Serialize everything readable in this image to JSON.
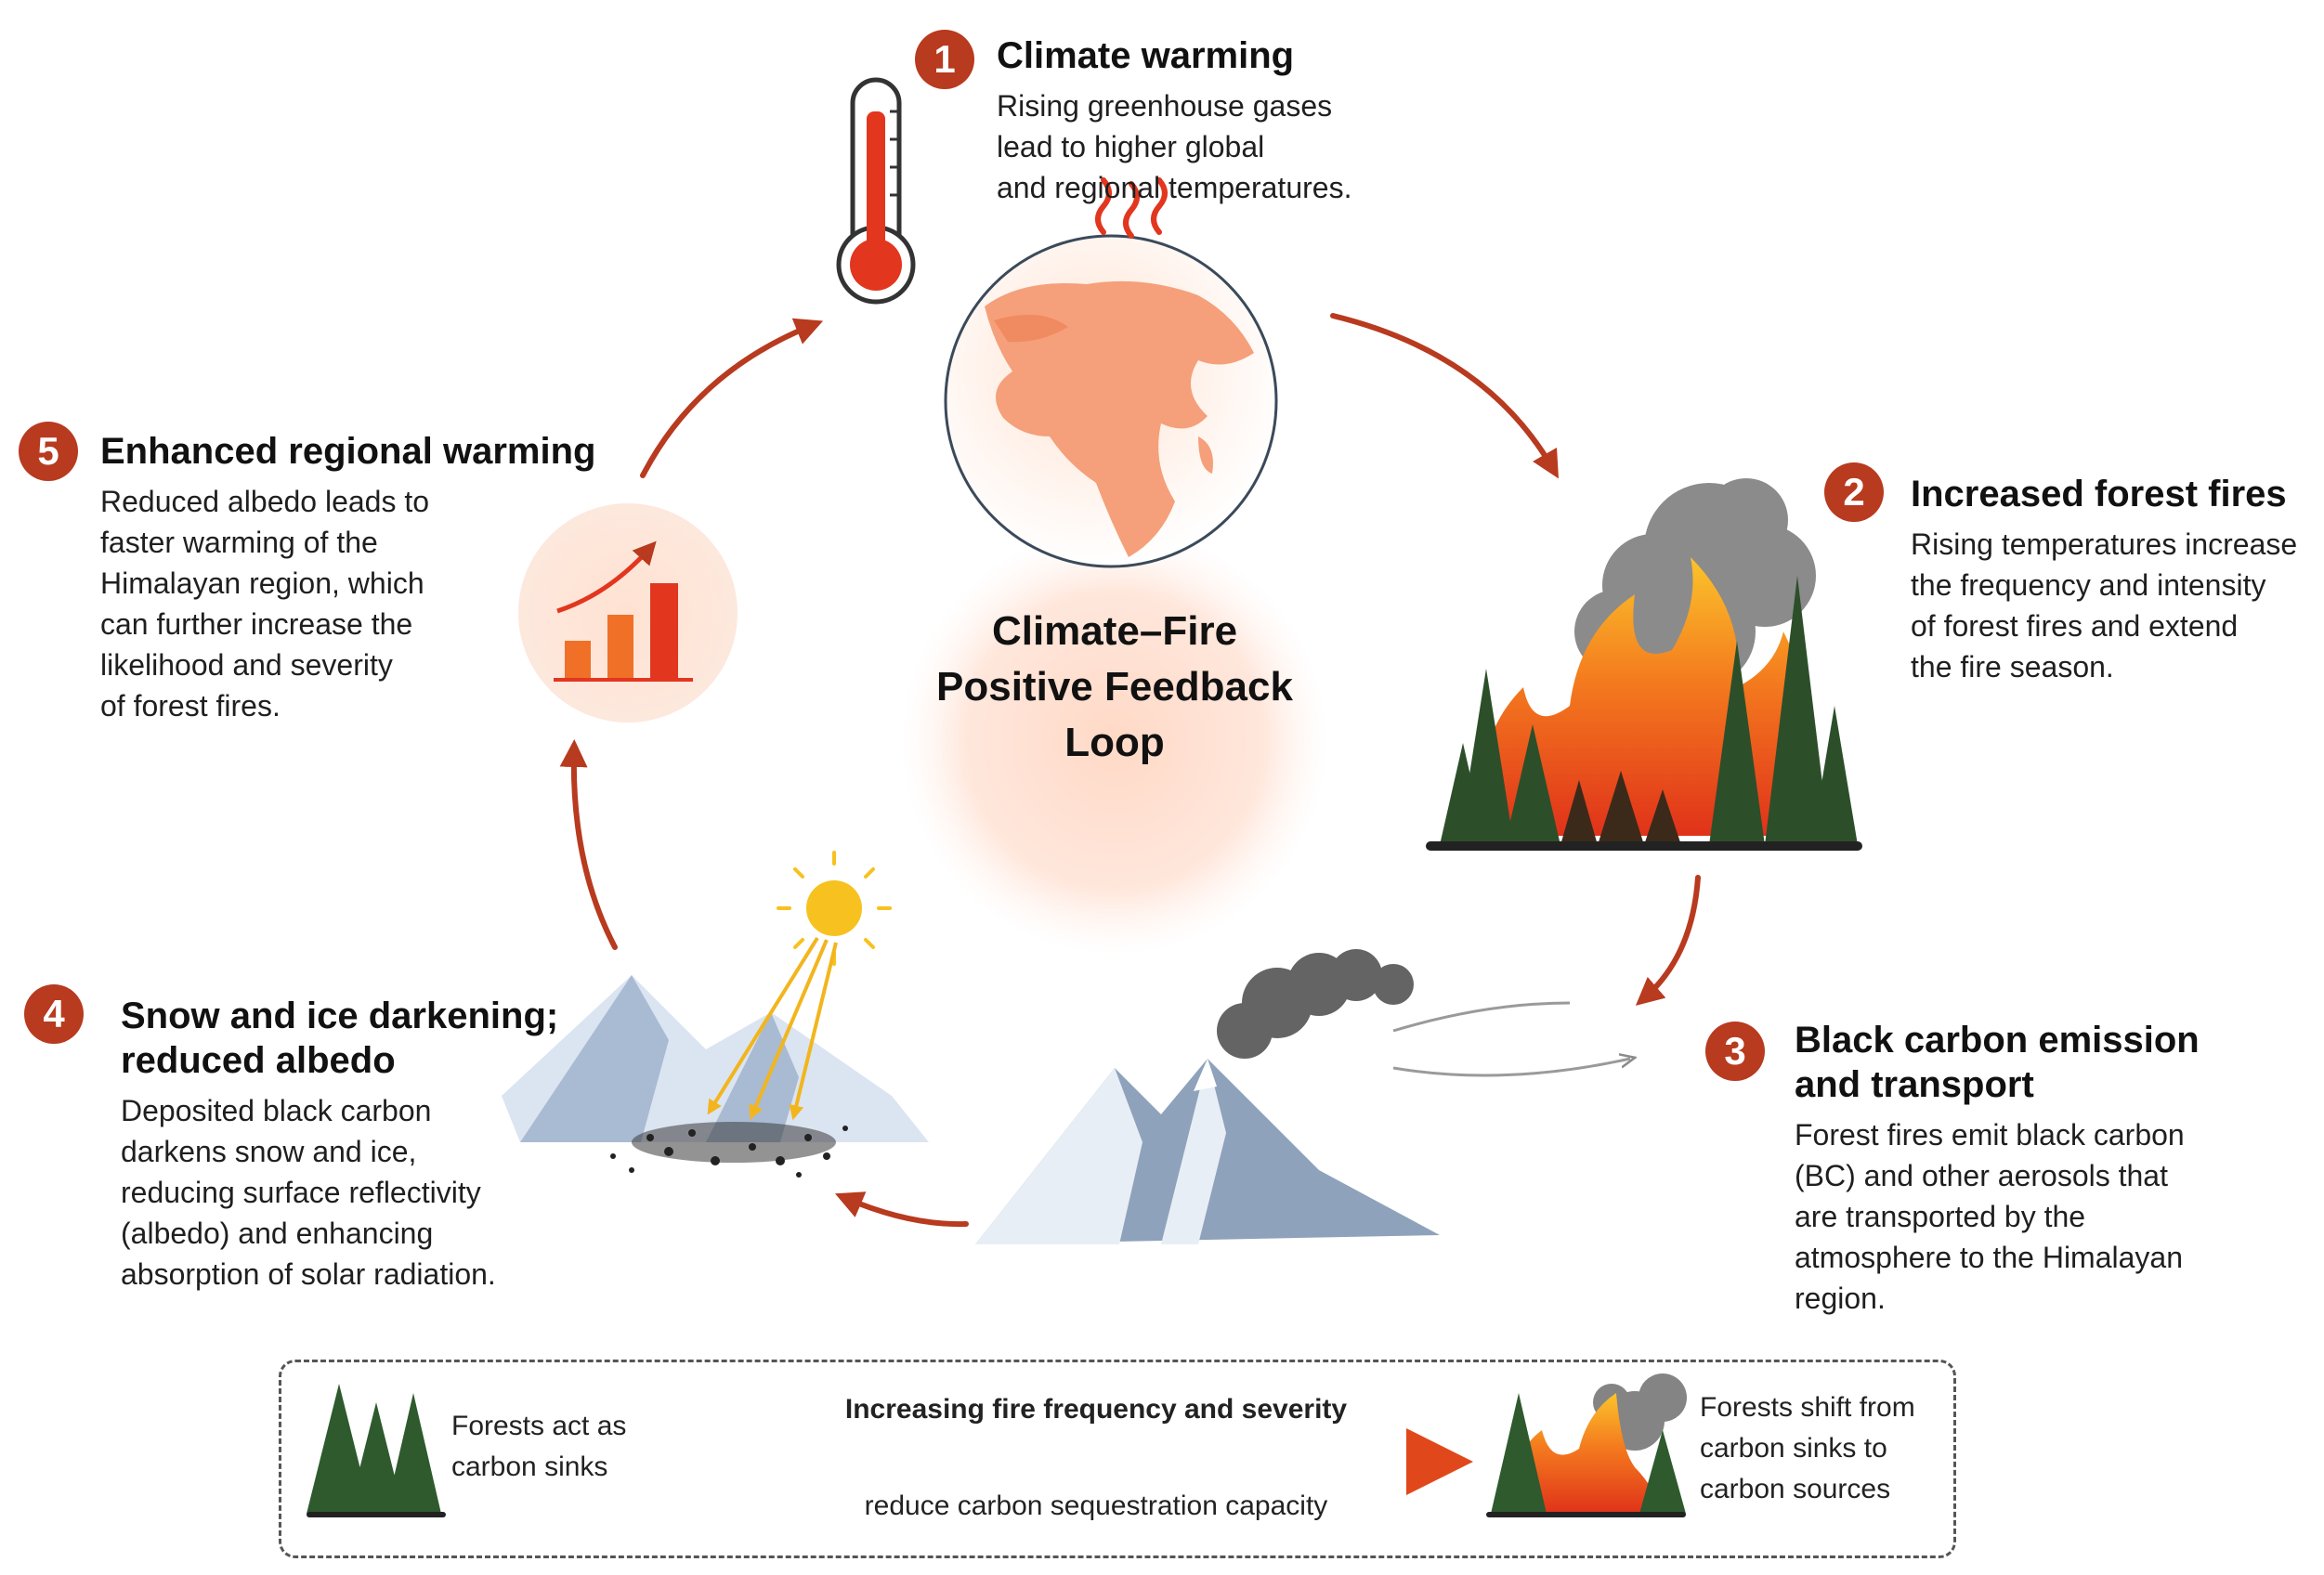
{
  "center": {
    "line1": "Climate–Fire",
    "line2": "Positive Feedback",
    "line3": "Loop"
  },
  "steps": [
    {
      "num": "1",
      "title": "Climate warming",
      "lines": [
        "Rising greenhouse gases",
        "lead to higher global",
        "and regional temperatures."
      ]
    },
    {
      "num": "2",
      "title": "Increased forest fires",
      "lines": [
        "Rising temperatures increase",
        "the frequency and intensity",
        "of forest fires and extend",
        "the fire season."
      ]
    },
    {
      "num": "3",
      "title_lines": [
        "Black carbon emission",
        "and transport"
      ],
      "lines": [
        "Forest fires emit black carbon",
        "(BC) and other aerosols that",
        "are transported by the",
        "atmosphere to the Himalayan",
        "region."
      ]
    },
    {
      "num": "4",
      "title_lines": [
        "Snow and ice darkening;",
        "reduced albedo"
      ],
      "lines": [
        "Deposited black carbon",
        "darkens snow and ice,",
        "reducing surface reflectivity",
        "(albedo) and enhancing",
        "absorption of solar radiation."
      ]
    },
    {
      "num": "5",
      "title": "Enhanced regional warming",
      "lines": [
        "Reduced albedo leads to",
        "faster warming of the",
        "Himalayan region, which",
        "can further increase the",
        "likelihood and severity",
        "of forest fires."
      ]
    }
  ],
  "legend": {
    "left_lines": [
      "Forests act as",
      "carbon sinks"
    ],
    "arrow_top": "Increasing fire frequency and severity",
    "arrow_bottom": "reduce carbon sequestration capacity",
    "right_lines": [
      "Forests shift from",
      "carbon sinks to",
      "carbon sources"
    ]
  },
  "icons": [
    "thermometer-icon",
    "globe-icon",
    "heat-waves-icon",
    "forest-fire-icon",
    "smoke-icon",
    "mountain-icon",
    "sun-icon",
    "black-carbon-particles-icon",
    "bar-chart-rising-icon",
    "pine-trees-icon"
  ],
  "colors": {
    "accent": "#b83a1f",
    "fire": "#f26b1d",
    "flame_yellow": "#f7b21a",
    "arrow": "#b83a1f",
    "forest": "#2e5a2e",
    "smoke": "#6b6b6b"
  }
}
